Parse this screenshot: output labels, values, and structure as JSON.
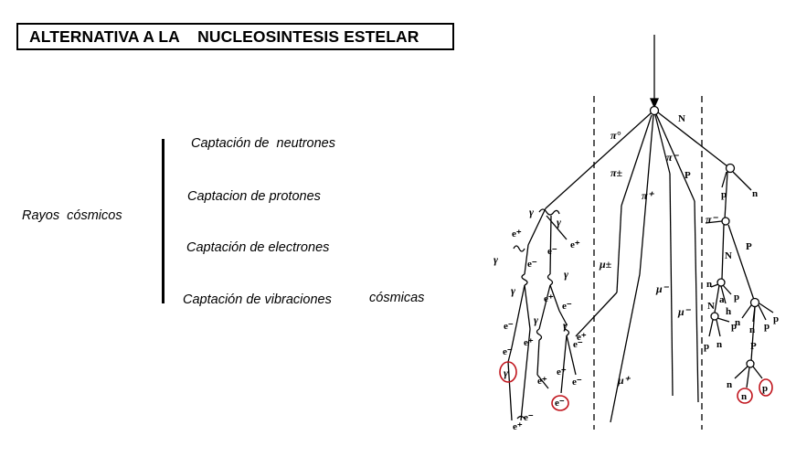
{
  "title": "ALTERNATIVA A LA    NUCLEOSINTESIS ESTELAR",
  "source_label": "Rayos  cósmicos",
  "processes": [
    "Captación de  neutrones",
    "Captacion de protones",
    "Captación de electrones",
    "Captación de vibraciones",
    "cósmicas"
  ],
  "diagram": {
    "particle_labels": {
      "pi0": "π°",
      "N_top": "N",
      "pi_pm": "π±",
      "pi_minus_top": "π⁻",
      "P_mid": "P",
      "pi_plus": "π⁺",
      "p_right": "p",
      "n_right": "n",
      "pi_minus_right": "π⁻",
      "N_right": "N",
      "P_right": "P",
      "mu_pm": "μ±",
      "mu_minus_a": "μ⁻",
      "mu_minus_b": "μ⁻",
      "mu_plus": "μ⁺",
      "gamma_1": "γ",
      "gamma_2": "γ",
      "gamma_3": "γ",
      "gamma_4": "γ",
      "gamma_5": "γ",
      "gamma_6": "γ",
      "gamma_7": "γ",
      "gamma_8": "γ",
      "e_plus_1": "e⁺",
      "e_minus_1": "e⁻",
      "e_plus_2": "e⁺",
      "e_minus_2": "e⁻",
      "e_minus_3": "e⁻",
      "e_plus_3": "e⁺",
      "e_plus_4": "e⁺",
      "e_minus_4": "e⁻",
      "e_minus_5": "e⁻",
      "e_plus_5": "e⁺",
      "e_plus_6": "e⁺",
      "e_plus_7": "e⁺",
      "e_minus_6": "e⁻",
      "e_minus_7": "e⁻",
      "e_plus_8": "e⁺",
      "e_minus_8": "e⁻",
      "e_minus_circled": "e⁻",
      "n_1": "n",
      "p_1": "p",
      "h_1": "h",
      "a_1": "a",
      "N_2": "N",
      "p_2": "p",
      "n_2": "n",
      "n_3": "n",
      "p_3": "p",
      "n_4": "n",
      "p_4": "p",
      "P_low": "P",
      "n_5": "n",
      "n_circled": "n",
      "p_circled": "p"
    },
    "highlight_color": "#c0141c"
  }
}
